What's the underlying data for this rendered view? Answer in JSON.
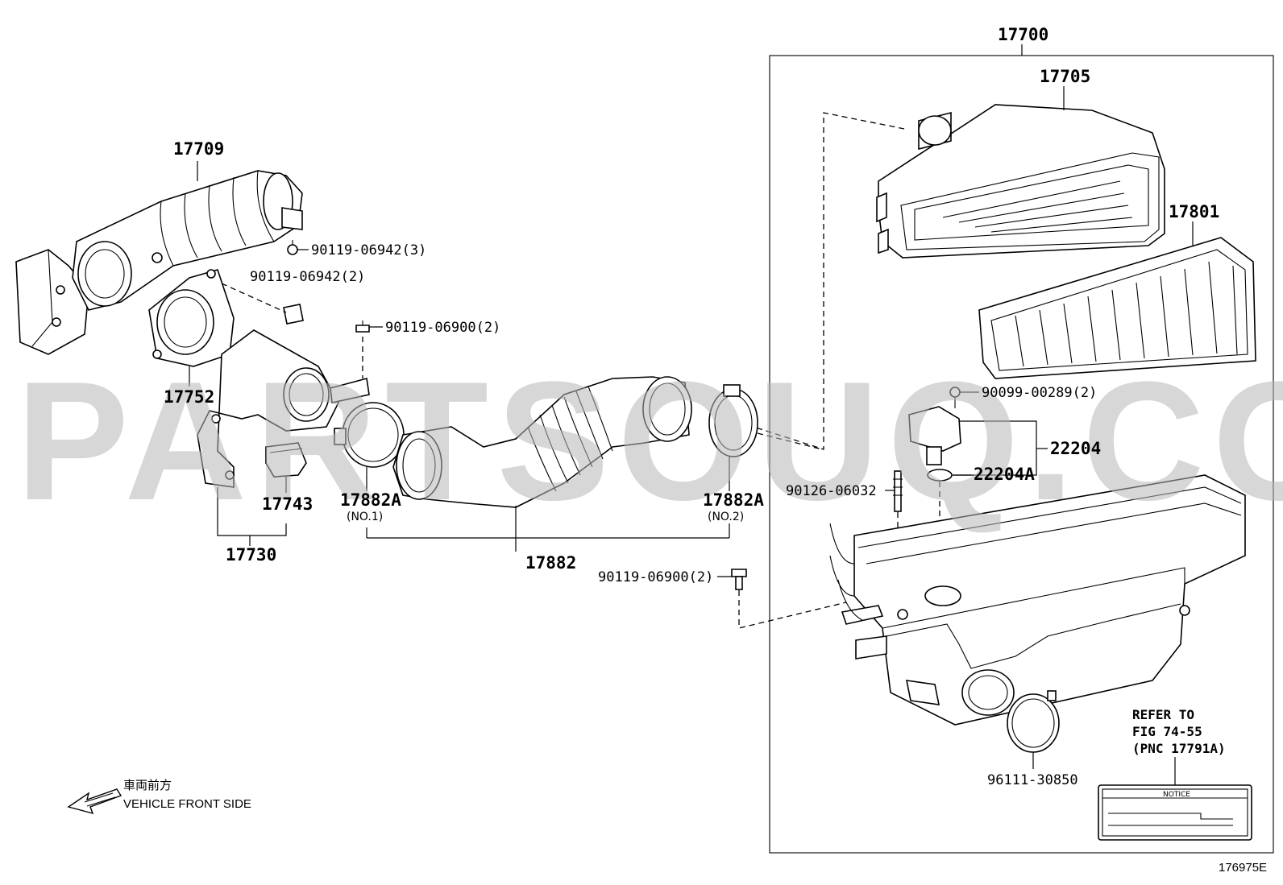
{
  "watermark": "PARTSOUQ.COM",
  "figure_id": "176975E",
  "front_side": {
    "japanese": "車両前方",
    "english": "VEHICLE FRONT SIDE"
  },
  "refer_box": {
    "line1": "REFER TO",
    "line2": "FIG 74-55",
    "line3": "(PNC 17791A)",
    "notice": "NOTICE"
  },
  "labels": {
    "p17700": "17700",
    "p17705": "17705",
    "p17801": "17801",
    "p17709": "17709",
    "p90119_06942_3": "90119-06942(3)",
    "p90119_06942_2": "90119-06942(2)",
    "p90119_06900_2_top": "90119-06900(2)",
    "p17752": "17752",
    "p17743": "17743",
    "p17730": "17730",
    "p17882A_1": "17882A",
    "p17882A_1_sub": "(NO.1)",
    "p17882A_2": "17882A",
    "p17882A_2_sub": "(NO.2)",
    "p17882": "17882",
    "p90119_06900_2_bottom": "90119-06900(2)",
    "p90099_00289_2": "90099-00289(2)",
    "p22204": "22204",
    "p22204A": "22204A",
    "p90126_06032": "90126-06032",
    "p96111_30850": "96111-30850"
  }
}
